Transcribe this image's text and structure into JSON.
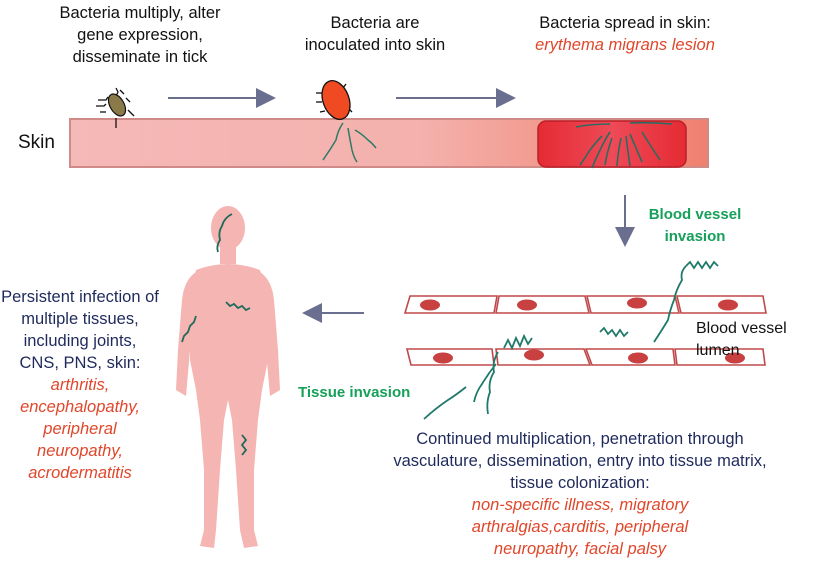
{
  "steps": {
    "tick": {
      "lines": [
        "Bacteria multiply, alter",
        "gene expression,",
        "disseminate in tick"
      ]
    },
    "inoculation": {
      "lines": [
        "Bacteria are",
        "inoculated into skin"
      ]
    },
    "skin_spread": {
      "title": "Bacteria spread in skin:",
      "symptom": "erythema migrans lesion"
    },
    "blood_vessel_invasion": {
      "lines": [
        "Blood vessel",
        "invasion"
      ]
    },
    "vessel_label": "Blood vessel lumen",
    "tissue_invasion": "Tissue invasion",
    "dissemination": {
      "lines": [
        "Continued multiplication, penetration through",
        "vasculature, dissemination, entry into tissue matrix,",
        "tissue colonization:"
      ],
      "symptoms": [
        "non-specific illness, migratory",
        "arthralgias,carditis, peripheral",
        "neuropathy, facial palsy"
      ]
    },
    "persistent": {
      "lines": [
        "Persistent infection of",
        "multiple tissues,",
        "including joints,",
        "CNS, PNS, skin:"
      ],
      "symptoms": [
        "arthritis,",
        "encephalopathy,",
        "peripheral",
        "neuropathy,",
        "acrodermatitis"
      ]
    }
  },
  "skin_label": "Skin",
  "icons": [
    "tick-icon",
    "bacterium-icon",
    "spirochete-icon",
    "arrow-icon",
    "human-body-icon",
    "endothelial-cell-icon"
  ],
  "colors": {
    "text_dark": "#111111",
    "text_navy": "#1f2a5c",
    "symptom_red": "#e0462a",
    "label_green": "#16a05a",
    "spirochete": "#1f7a6a",
    "arrow": "#6b6f8f",
    "skin": "#f5b5b2",
    "lesion": "#e8303a",
    "cell_border": "#c0484a"
  }
}
